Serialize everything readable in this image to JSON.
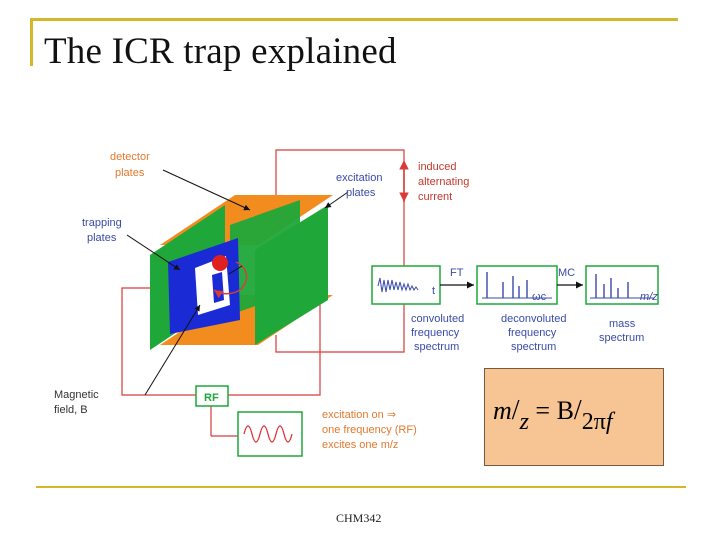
{
  "slide": {
    "title": "The ICR trap explained",
    "footer": "CHM342"
  },
  "colors": {
    "frame": "#d4b72a",
    "detector_plates": "#f28c1e",
    "excitation_plates": "#1fa73a",
    "trapping_plates": "#1a2bd6",
    "ion": "#e02020",
    "circuit": "#d93b3b",
    "equation_box": "#f7c593"
  },
  "diagram": {
    "labels": {
      "detector_plates": [
        "detector",
        "plates"
      ],
      "excitation_plates": [
        "excitation",
        "plates"
      ],
      "induced_current": [
        "induced",
        "alternating",
        "current"
      ],
      "trapping_plates": [
        "trapping",
        "plates"
      ],
      "magnetic_field": [
        "Magnetic",
        "field, B"
      ],
      "rf": "RF",
      "ft": "FT",
      "mc": "MC",
      "t": "t",
      "omega_c": "ωc",
      "mz": "m/z",
      "convoluted": [
        "convoluted",
        "frequency",
        "spectrum"
      ],
      "deconvoluted": [
        "deconvoluted",
        "frequency",
        "spectrum"
      ],
      "mass_spectrum": [
        "mass",
        "spectrum"
      ],
      "excitation_note": [
        "excitation on ⇒",
        "one frequency (RF)",
        "excites one m/z"
      ]
    }
  },
  "equation": {
    "m": "m",
    "z": "z",
    "equals": "=",
    "B": "B",
    "two_pi": "2π",
    "f": "f"
  }
}
